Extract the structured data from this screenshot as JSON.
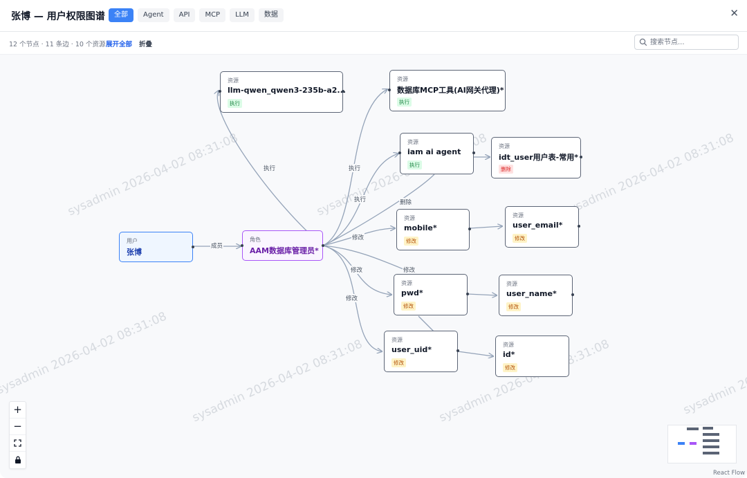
{
  "header": {
    "title": "张博 — 用户权限图谱",
    "tabs": [
      {
        "label": "全部",
        "active": true
      },
      {
        "label": "Agent"
      },
      {
        "label": "API"
      },
      {
        "label": "MCP"
      },
      {
        "label": "LLM"
      },
      {
        "label": "数据"
      }
    ],
    "close_icon": "close-icon"
  },
  "toolbar": {
    "stats": "12 个节点 · 11 条边 · 10 个资源",
    "expand_all": "展开全部",
    "collapse": "折叠"
  },
  "search": {
    "placeholder": "搜索节点..."
  },
  "watermark": "sysadmin 2026-04-02 08:31:08",
  "nodes": {
    "user": {
      "kind": "用户",
      "label": "张博"
    },
    "role": {
      "kind": "角色",
      "label": "AAM数据库管理员*"
    },
    "llm": {
      "kind": "资源",
      "label": "llm-qwen_qwen3-235b-a2...",
      "badge": "执行"
    },
    "dbmcp": {
      "kind": "资源",
      "label": "数据库MCP工具(AI网关代理)*",
      "badge": "执行"
    },
    "iam": {
      "kind": "资源",
      "label": "iam ai agent",
      "badge": "执行"
    },
    "idt": {
      "kind": "资源",
      "label": "idt_user用户表-常用*",
      "badge": "删除"
    },
    "mobile": {
      "kind": "资源",
      "label": "mobile*",
      "badge": "修改"
    },
    "email": {
      "kind": "资源",
      "label": "user_email*",
      "badge": "修改"
    },
    "pwd": {
      "kind": "资源",
      "label": "pwd*",
      "badge": "修改"
    },
    "uname": {
      "kind": "资源",
      "label": "user_name*",
      "badge": "修改"
    },
    "uid": {
      "kind": "资源",
      "label": "user_uid*",
      "badge": "修改"
    },
    "id": {
      "kind": "资源",
      "label": "id*",
      "badge": "修改"
    }
  },
  "edge_labels": {
    "member": "成员",
    "exec1": "执行",
    "exec2": "执行",
    "exec3": "执行",
    "del": "删除",
    "mod1": "修改",
    "mod2": "修改",
    "mod3": "修改",
    "mod4": "修改"
  },
  "controls": {
    "zoom_in": "+",
    "zoom_out": "−",
    "fit_icon": "fit-view-icon",
    "lock_icon": "lock-icon"
  },
  "attribution": "React Flow",
  "colors": {
    "accent": "#3b82f6",
    "role": "#a855f7",
    "edge": "#94a3b8"
  }
}
